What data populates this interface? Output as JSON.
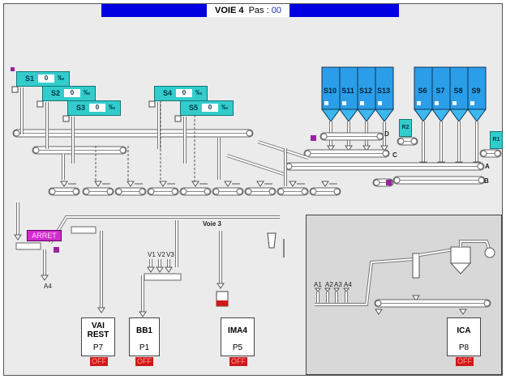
{
  "header": {
    "title": "VOIE 4",
    "pas_label": "Pas :",
    "pas_value": "00"
  },
  "feeders": [
    {
      "label": "S1",
      "value": "0",
      "unit": "‰"
    },
    {
      "label": "S2",
      "value": "0",
      "unit": "‰"
    },
    {
      "label": "S3",
      "value": "0",
      "unit": "‰"
    },
    {
      "label": "S4",
      "value": "0",
      "unit": "‰"
    },
    {
      "label": "S5",
      "value": "0",
      "unit": "‰"
    }
  ],
  "silos_left": [
    "S10",
    "S11",
    "S12",
    "S13"
  ],
  "silos_right": [
    "S6",
    "S7",
    "S8",
    "S9"
  ],
  "tanks": {
    "r1": "R1",
    "r2": "R2"
  },
  "conveyor_labels": {
    "a": "A",
    "b": "B",
    "c": "C",
    "d": "D"
  },
  "status": {
    "arret": "ARRET"
  },
  "labels": {
    "a4": "A4",
    "v1": "V1",
    "v2": "V2",
    "v3": "V3",
    "voie3": "Voie 3",
    "a1p": "A1",
    "a2p": "A2",
    "a3p": "A3",
    "a4p": "A4"
  },
  "receivers": [
    {
      "name": "VAI REST",
      "code": "P7",
      "state": "OFF"
    },
    {
      "name": "BB1",
      "code": "P1",
      "state": "OFF"
    },
    {
      "name": "IMA4",
      "code": "P5",
      "state": "OFF"
    },
    {
      "name": "ICA",
      "code": "P8",
      "state": "OFF"
    }
  ],
  "colors": {
    "header": "#0000e0",
    "feeder": "#33cccc",
    "silo": "#2a9ee8",
    "off": "#d01818",
    "arret": "#d02cd0"
  }
}
